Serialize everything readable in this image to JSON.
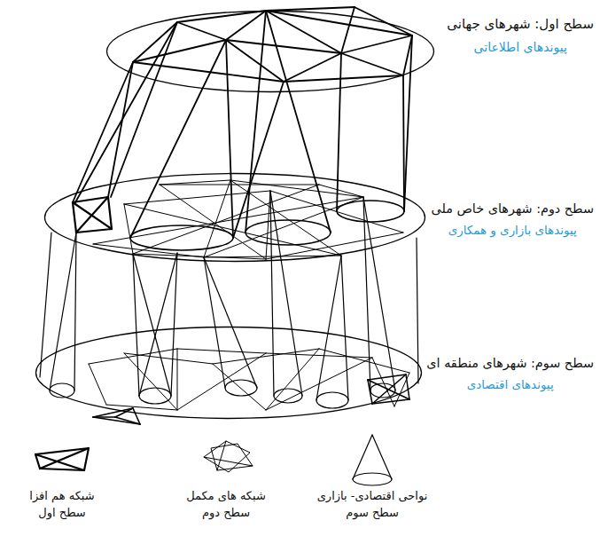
{
  "diagram": {
    "nodes": [
      {
        "text": [
          "سطح اول: شهرهای جهانی",
          "پیوندهای اطلاعاتی"
        ]
      },
      {
        "text": [
          "سطح دوم: شهرهای خاص ملی",
          "پیوندهای بازاری و همکاری"
        ]
      },
      {
        "text": [
          "سطح سوم: شهرهای منطقه ای",
          "پیوندهای اقتصادی"
        ]
      }
    ],
    "legend": [
      {
        "text": "شبکه هم افزا سطح اول"
      },
      {
        "text": "شبکه های مکمل سطح دوم"
      },
      {
        "text": "نواحی اقتصادی- بازاری سطح سوم"
      }
    ]
  }
}
